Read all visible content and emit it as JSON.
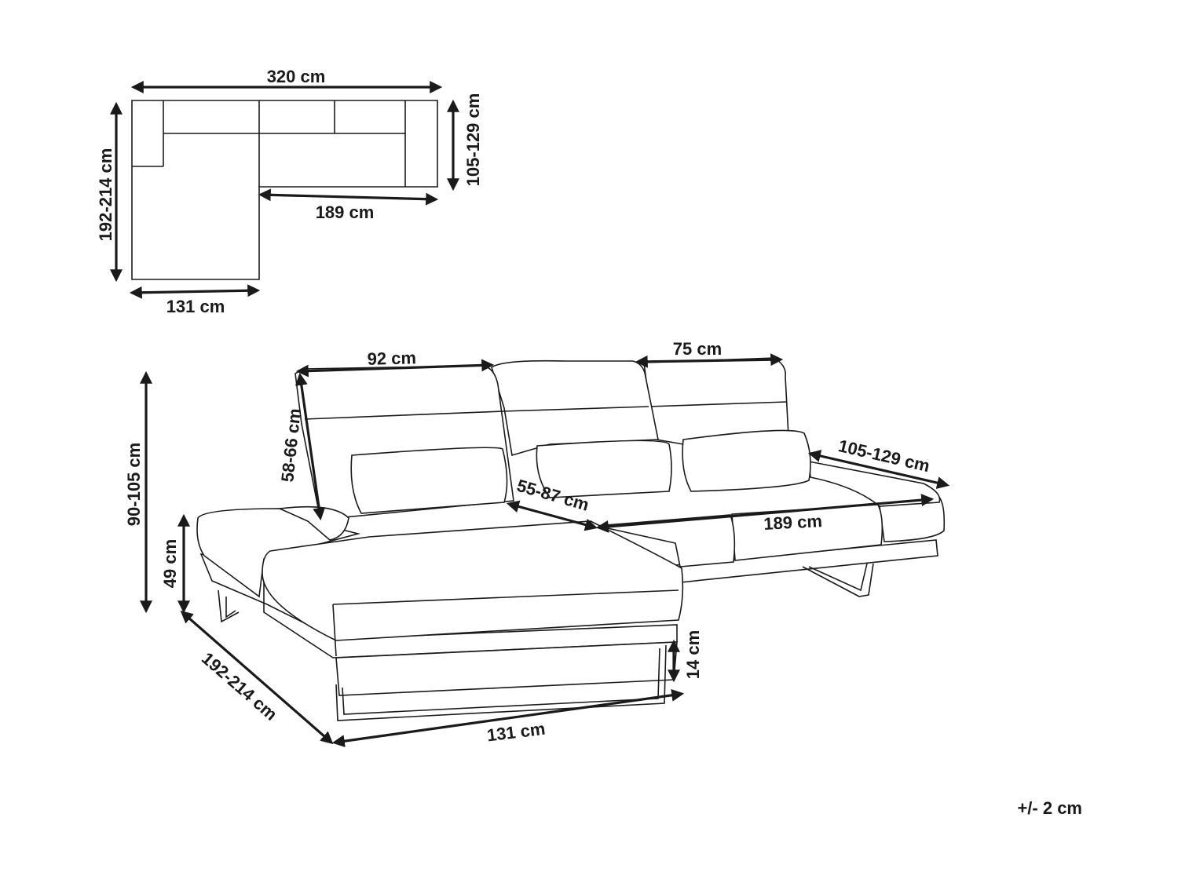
{
  "plan_view": {
    "width": "320 cm",
    "depth_chaise": "192-214 cm",
    "depth_sofa": "105-129 cm",
    "length_sofa": "189 cm",
    "width_chaise": "131 cm"
  },
  "perspective_view": {
    "backrest_left": "92 cm",
    "backrest_right": "75 cm",
    "backrest_height": "58-66 cm",
    "total_height": "90-105 cm",
    "seat_height": "49 cm",
    "seat_depth": "55-87 cm",
    "seat_length": "189 cm",
    "side_depth": "105-129 cm",
    "chaise_depth": "192-214 cm",
    "chaise_width": "131 cm",
    "leg_height": "14 cm"
  },
  "tolerance": "+/- 2 cm"
}
